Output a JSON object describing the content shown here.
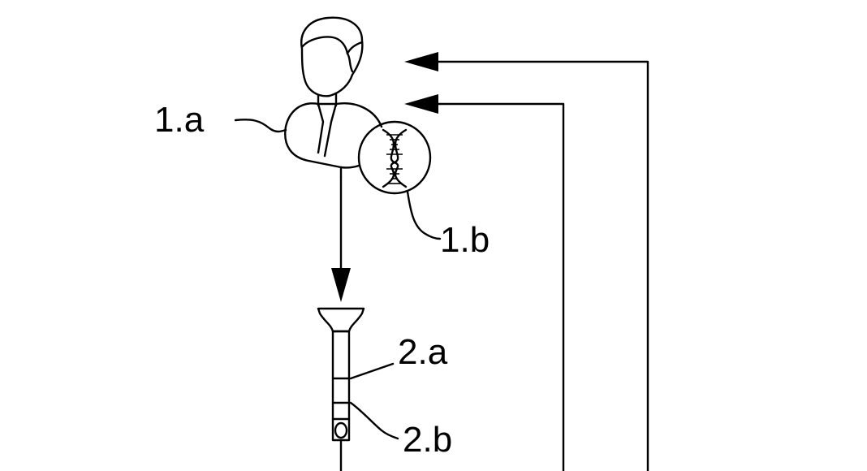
{
  "labels": {
    "person": "1.a",
    "dna": "1.b",
    "collector": "2.a",
    "cap": "2.b"
  },
  "icons": [
    "person-icon",
    "dna-icon",
    "sample-collector-icon"
  ]
}
